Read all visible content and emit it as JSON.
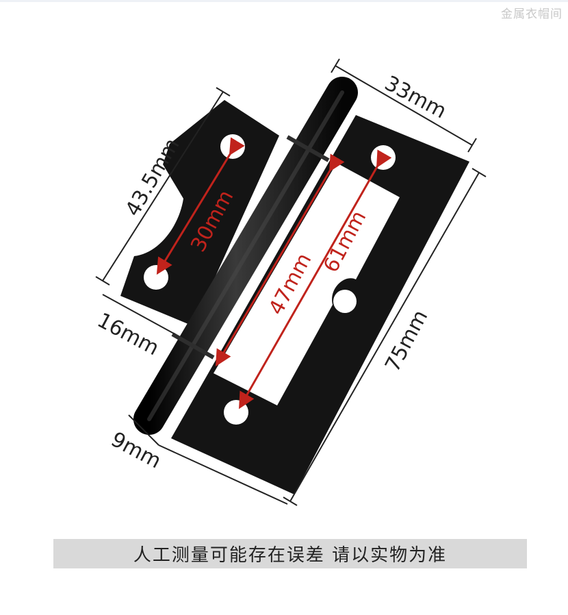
{
  "watermark": "金属衣帽间",
  "dimensions": {
    "width_total": "33mm",
    "height_total": "75mm",
    "left_leaf_height": "43.5mm",
    "left_leaf_width": "16mm",
    "pin_diameter": "9mm",
    "hole_spacing_left": "30mm",
    "cutout_length": "47mm",
    "hole_spacing_right": "61mm"
  },
  "product_color": "#141414",
  "arrow_color": "#c0231c",
  "banner_text": "人工测量可能存在误差 请以实物为准"
}
